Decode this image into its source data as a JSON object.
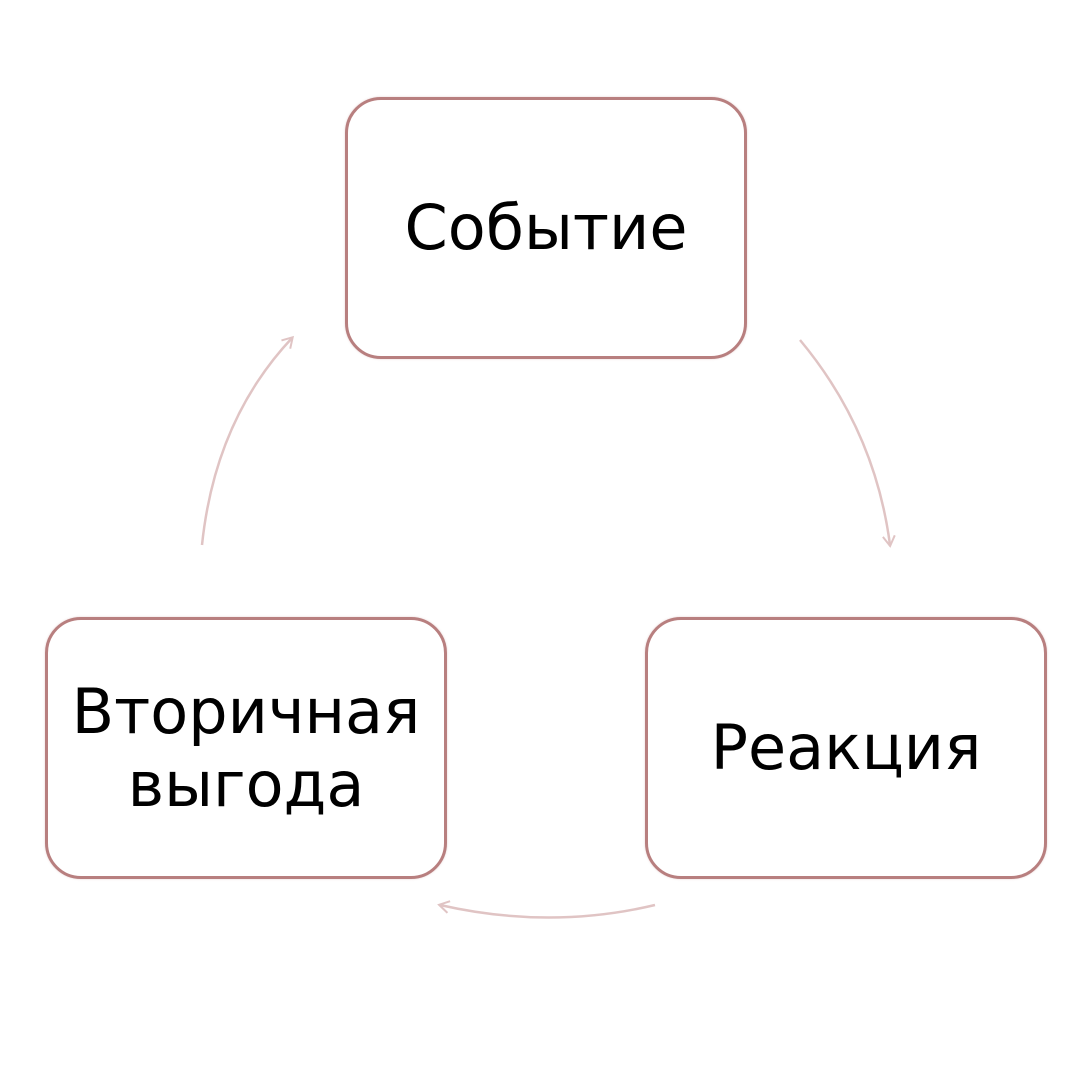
{
  "diagram": {
    "type": "cycle",
    "nodes": [
      {
        "id": "event",
        "label": "Событие"
      },
      {
        "id": "reaction",
        "label": "Реакция"
      },
      {
        "id": "secondary_gain",
        "label": "Вторичная\nвыгода"
      }
    ],
    "edges": [
      {
        "from": "event",
        "to": "reaction"
      },
      {
        "from": "reaction",
        "to": "secondary_gain"
      },
      {
        "from": "secondary_gain",
        "to": "event"
      }
    ],
    "colors": {
      "node_border": "#b87f7f",
      "arrow": "#e0c4c4",
      "text": "#000000",
      "background": "#ffffff"
    }
  }
}
